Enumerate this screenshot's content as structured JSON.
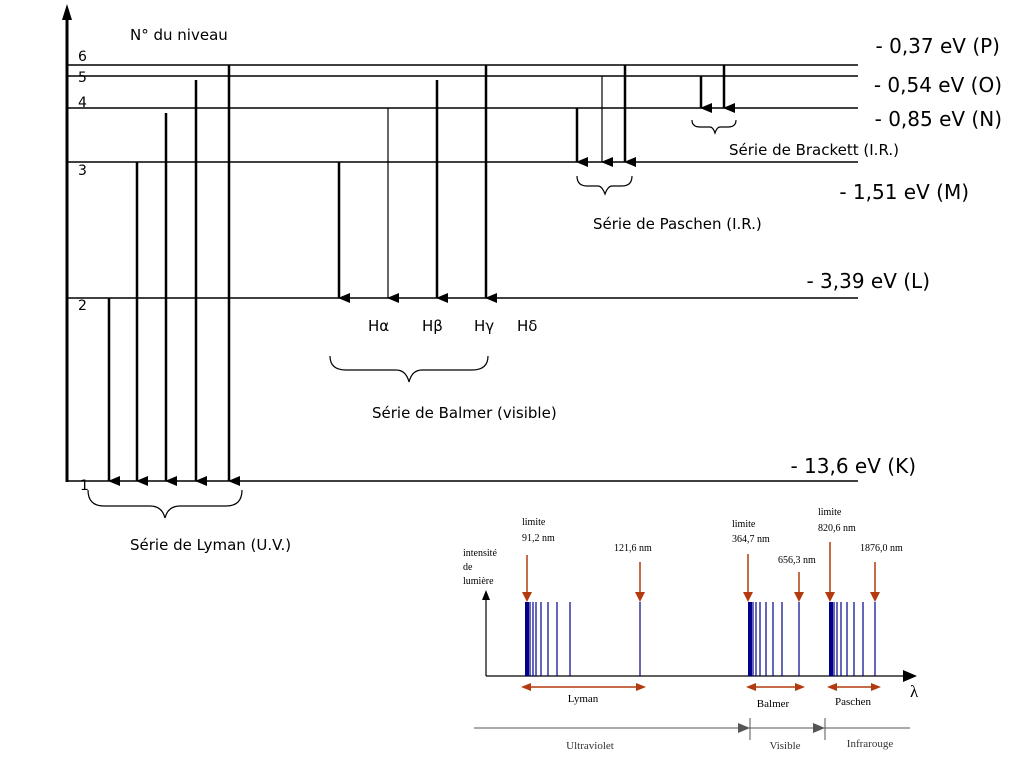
{
  "level_diagram": {
    "axis_title": "N° du niveau",
    "levels": [
      {
        "number": "1",
        "energy_label": "- 13,6 eV (K)"
      },
      {
        "number": "2",
        "energy_label": "- 3,39 eV (L)"
      },
      {
        "number": "3",
        "energy_label": "- 1,51 eV (M)"
      },
      {
        "number": "4",
        "energy_label": "- 0,85 eV (N)"
      },
      {
        "number": "5",
        "energy_label": "- 0,54 eV (O)"
      },
      {
        "number": "6",
        "energy_label": "- 0,37 eV (P)"
      }
    ],
    "series": {
      "lyman": "Série de Lyman (U.V.)",
      "balmer": "Série de Balmer (visible)",
      "paschen": "Série de Paschen (I.R.)",
      "brackett": "Série de Brackett (I.R.)"
    },
    "balmer_lines": [
      "Hα",
      "Hβ",
      "Hγ",
      "Hδ"
    ]
  },
  "spectrum": {
    "y_axis_label": [
      "intensité",
      "de",
      "lumière"
    ],
    "x_axis_label": "λ",
    "annotations": {
      "lyman_limit": [
        "limite",
        "91,2 nm"
      ],
      "lyman_alpha": "121,6 nm",
      "balmer_limit": [
        "limite",
        "364,7 nm"
      ],
      "balmer_alpha": "656,3 nm",
      "paschen_limit": [
        "limite",
        "820,6 nm"
      ],
      "paschen_alpha": "1876,0 nm"
    },
    "series_labels": {
      "lyman": "Lyman",
      "balmer": "Balmer",
      "paschen": "Paschen"
    },
    "domains": {
      "uv": "Ultraviolet",
      "visible": "Visible",
      "ir": "Infrarouge"
    },
    "colors": {
      "lines": "#00008b",
      "arrows": "#b23a0e",
      "axis": "#000000",
      "domain_axis": "#555555"
    }
  }
}
